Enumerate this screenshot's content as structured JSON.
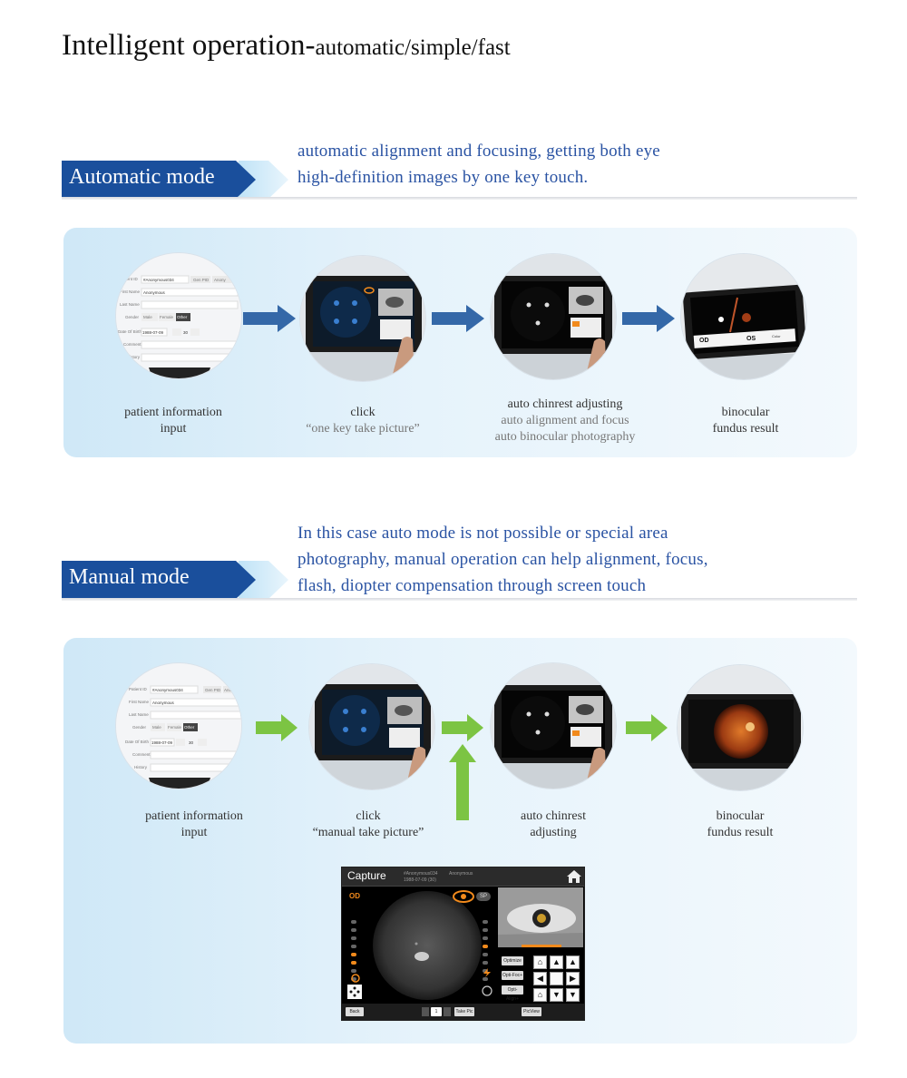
{
  "page": {
    "title_main": "Intelligent operation-",
    "title_sub": "automatic/simple/fast"
  },
  "auto": {
    "label": "Automatic mode",
    "desc_line1": "automatic alignment and focusing, getting both eye",
    "desc_line2": "high-definition images by one key touch.",
    "steps": [
      {
        "line1": "patient information",
        "line2": "input"
      },
      {
        "line1": "click",
        "line2": "“one key take picture”"
      },
      {
        "line1": "auto chinrest adjusting",
        "line2": "auto alignment and focus",
        "line3": "auto binocular photography"
      },
      {
        "line1": "binocular",
        "line2": "fundus result"
      }
    ]
  },
  "manual": {
    "label": "Manual mode",
    "desc_line1": "In this case auto mode is not possible or special area",
    "desc_line2": "photography, manual operation can help alignment, focus,",
    "desc_line3": "flash, diopter compensation through screen touch",
    "steps": [
      {
        "line1": "patient information",
        "line2": "input"
      },
      {
        "line1": "click",
        "line2": "“manual take picture”"
      },
      {
        "line1": "auto chinrest",
        "line2": "adjusting"
      },
      {
        "line1": "binocular",
        "line2": "fundus result"
      }
    ]
  },
  "form": {
    "patient_id_label": "Patient ID",
    "patient_id_value": "#Anonymous034",
    "gen_pid": "Gen PID",
    "anony": "Anony",
    "first_name_label": "First Name",
    "first_name_value": "Anonymous",
    "last_name_label": "Last Name",
    "gender_label": "Gender",
    "male": "Male",
    "female": "Female",
    "other": "Other",
    "dob_label": "Date Of Birth",
    "dob_value": "1988-07-09",
    "age": "30",
    "comment_label": "Comment",
    "history_label": "History"
  },
  "eye_tablet": {
    "od": "OD",
    "os": "OS",
    "color": "Color"
  },
  "capture_screen": {
    "title": "Capture",
    "patient": "#Anonymous034",
    "name": "Anonymous",
    "dob": "1988-07-09 (30)",
    "eye": "OD",
    "sp": "SP",
    "optimize": "Optimize",
    "opti_foc": "Opti-Foc+",
    "opti_align": "Opti-Align+",
    "back": "Back",
    "page": "1",
    "take_pic": "Take Pic",
    "pic_view": "PicView",
    "home_icon": "home-icon"
  },
  "colors": {
    "blue_tag": "#1a4f9c",
    "tag_fade": "#bfe3f7",
    "text_blue": "#2a53a3",
    "arrow_blue": "#3468a8",
    "arrow_green": "#7cc443",
    "orange": "#f28a1c"
  }
}
